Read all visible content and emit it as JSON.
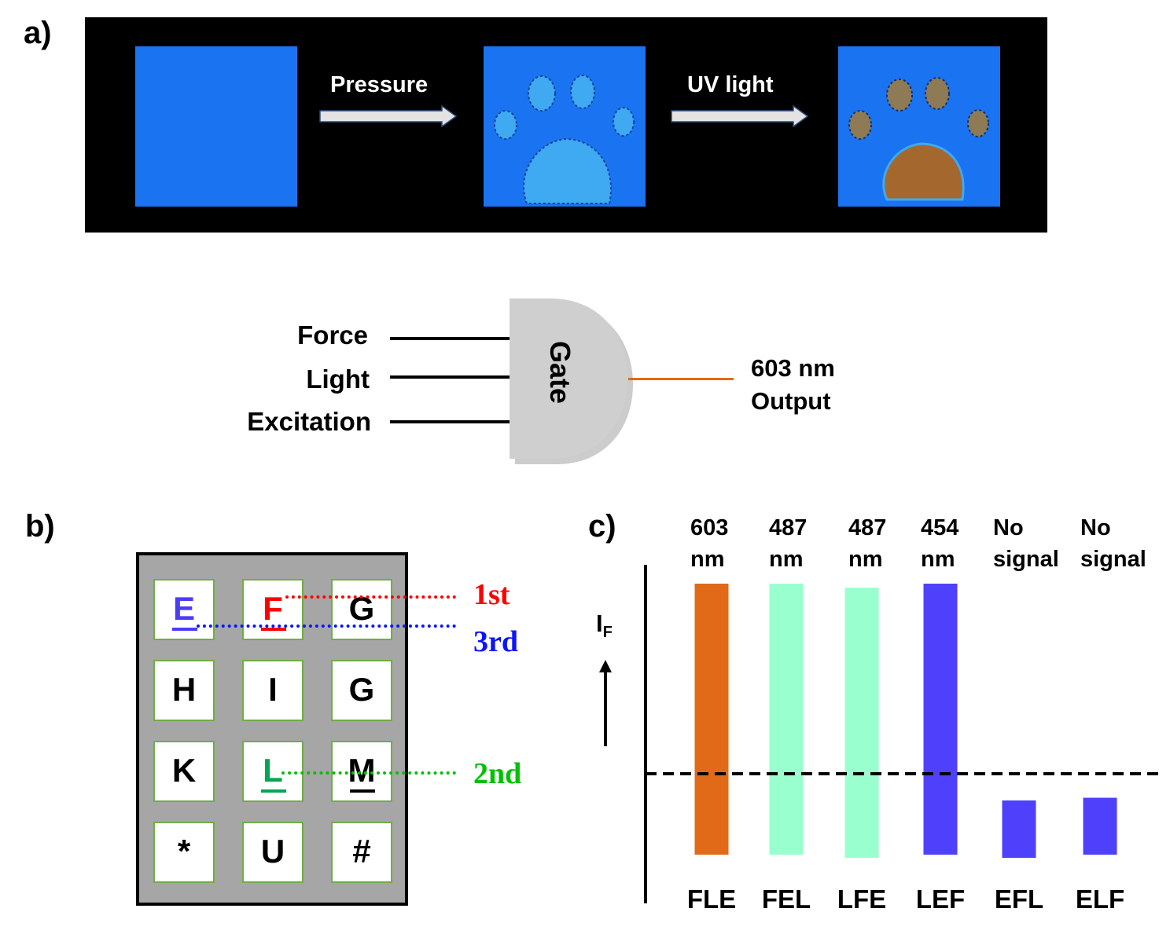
{
  "panels": {
    "a": {
      "label": "a)",
      "photo_steps": [
        {
          "name": "unstressed-sample",
          "color": "#1a73f0"
        },
        {
          "name": "pressed-sample-paw-print",
          "color": "#1a73f0"
        },
        {
          "name": "uv-irradiated-sample-paw-print",
          "color": "#1a73f0"
        }
      ],
      "arrows": [
        {
          "label": "Pressure"
        },
        {
          "label": "UV light"
        }
      ],
      "gate": {
        "label": "Gate",
        "inputs": [
          "Force",
          "Light",
          "Excitation"
        ],
        "output_line1": "603 nm",
        "output_line2": "Output",
        "output_color": "#e06a17",
        "body_color": "#cfcfcf"
      }
    },
    "b": {
      "label": "b)",
      "keypad": [
        [
          {
            "key": "E",
            "color": "#4b3cf5",
            "underline": "#4b3cf5"
          },
          {
            "key": "F",
            "color": "#ff0000",
            "underline": "#ff0000"
          },
          {
            "key": "G",
            "color": "#000000"
          }
        ],
        [
          {
            "key": "H",
            "color": "#000000"
          },
          {
            "key": "I",
            "color": "#000000"
          },
          {
            "key": "G",
            "color": "#000000"
          }
        ],
        [
          {
            "key": "K",
            "color": "#000000"
          },
          {
            "key": "L",
            "color": "#00a651",
            "underline": "#00a651"
          },
          {
            "key": "M",
            "color": "#000000",
            "underline": "#000000"
          }
        ],
        [
          {
            "key": "*",
            "color": "#000000"
          },
          {
            "key": "U",
            "color": "#000000"
          },
          {
            "key": "#",
            "color": "#000000"
          }
        ]
      ],
      "sequence": [
        {
          "label": "1st",
          "color": "#ff0000",
          "from_key": "F"
        },
        {
          "label": "2nd",
          "color": "#00c000",
          "from_key": "L"
        },
        {
          "label": "3rd",
          "color": "#0a14ff",
          "from_key": "E"
        }
      ]
    },
    "c": {
      "label": "c)"
    }
  },
  "chart_data": {
    "type": "bar",
    "title": "",
    "ylabel": "I",
    "ylabel_subscript": "F",
    "xlabel": "",
    "categories": [
      "FLE",
      "FEL",
      "LFE",
      "LEF",
      "EFL",
      "ELF"
    ],
    "top_labels": [
      [
        "603",
        "nm"
      ],
      [
        "487",
        "nm"
      ],
      [
        "487",
        "nm"
      ],
      [
        "454",
        "nm"
      ],
      [
        "No",
        "signal"
      ],
      [
        "No",
        "signal"
      ]
    ],
    "values": [
      1.0,
      1.0,
      0.985,
      1.0,
      0.2,
      0.21
    ],
    "colors": [
      "#e06a17",
      "#9affce",
      "#9affce",
      "#4e40fb",
      "#4e40fb",
      "#4e40fb"
    ],
    "threshold": 0.3,
    "threshold_style": "dashed",
    "ylim": [
      0,
      1
    ],
    "axis_ticks": false,
    "grid": false,
    "legend": "none"
  }
}
